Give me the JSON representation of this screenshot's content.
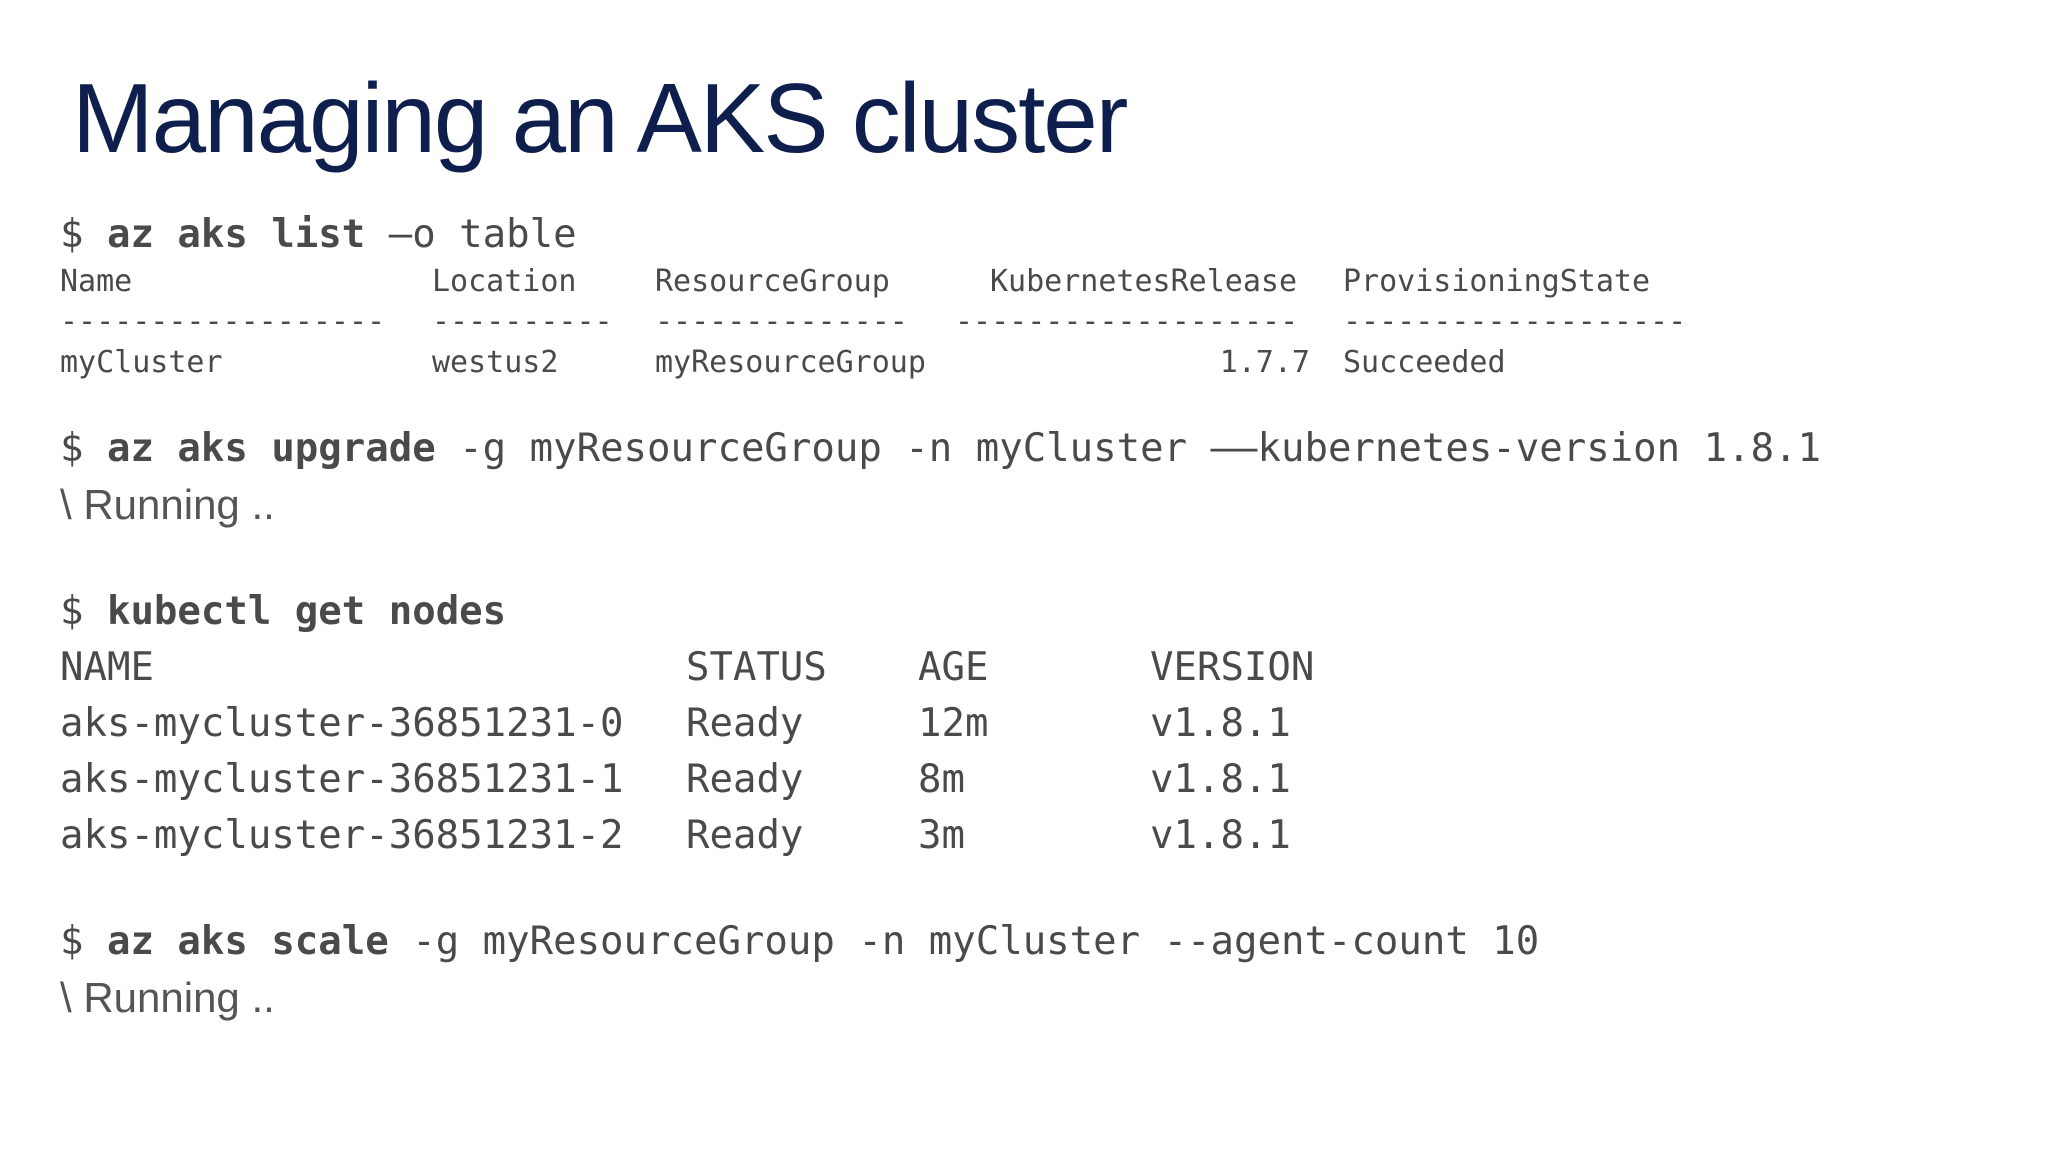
{
  "slide": {
    "title": "Managing an AKS cluster"
  },
  "cmd1": {
    "prompt": "$ ",
    "bold": "az aks list",
    "rest": " –o table"
  },
  "aks_table": {
    "headers": [
      "Name",
      "Location",
      "ResourceGroup",
      "KubernetesRelease",
      "ProvisioningState"
    ],
    "dashes": [
      "------------------",
      "----------",
      "--------------",
      "-------------------",
      "-------------------"
    ],
    "rows": [
      [
        "myCluster",
        "westus2",
        "myResourceGroup",
        "1.7.7",
        "Succeeded"
      ]
    ]
  },
  "cmd2": {
    "prompt": "$ ",
    "bold": "az aks upgrade",
    "rest": " -g myResourceGroup -n myCluster ––kubernetes-version 1.8.1"
  },
  "running1": "\\ Running ..",
  "cmd3": {
    "prompt": "$ ",
    "bold": "kubectl get nodes",
    "rest": ""
  },
  "nodes_table": {
    "headers": [
      "NAME",
      "STATUS",
      "AGE",
      "VERSION"
    ],
    "rows": [
      [
        "aks-mycluster-36851231-0",
        "Ready",
        "12m",
        "v1.8.1"
      ],
      [
        "aks-mycluster-36851231-1",
        "Ready",
        "8m",
        "v1.8.1"
      ],
      [
        "aks-mycluster-36851231-2",
        "Ready",
        "3m",
        "v1.8.1"
      ]
    ]
  },
  "cmd4": {
    "prompt": "$ ",
    "bold": "az aks scale",
    "rest": " -g myResourceGroup -n myCluster --agent-count 10"
  },
  "running2": "\\ Running .."
}
